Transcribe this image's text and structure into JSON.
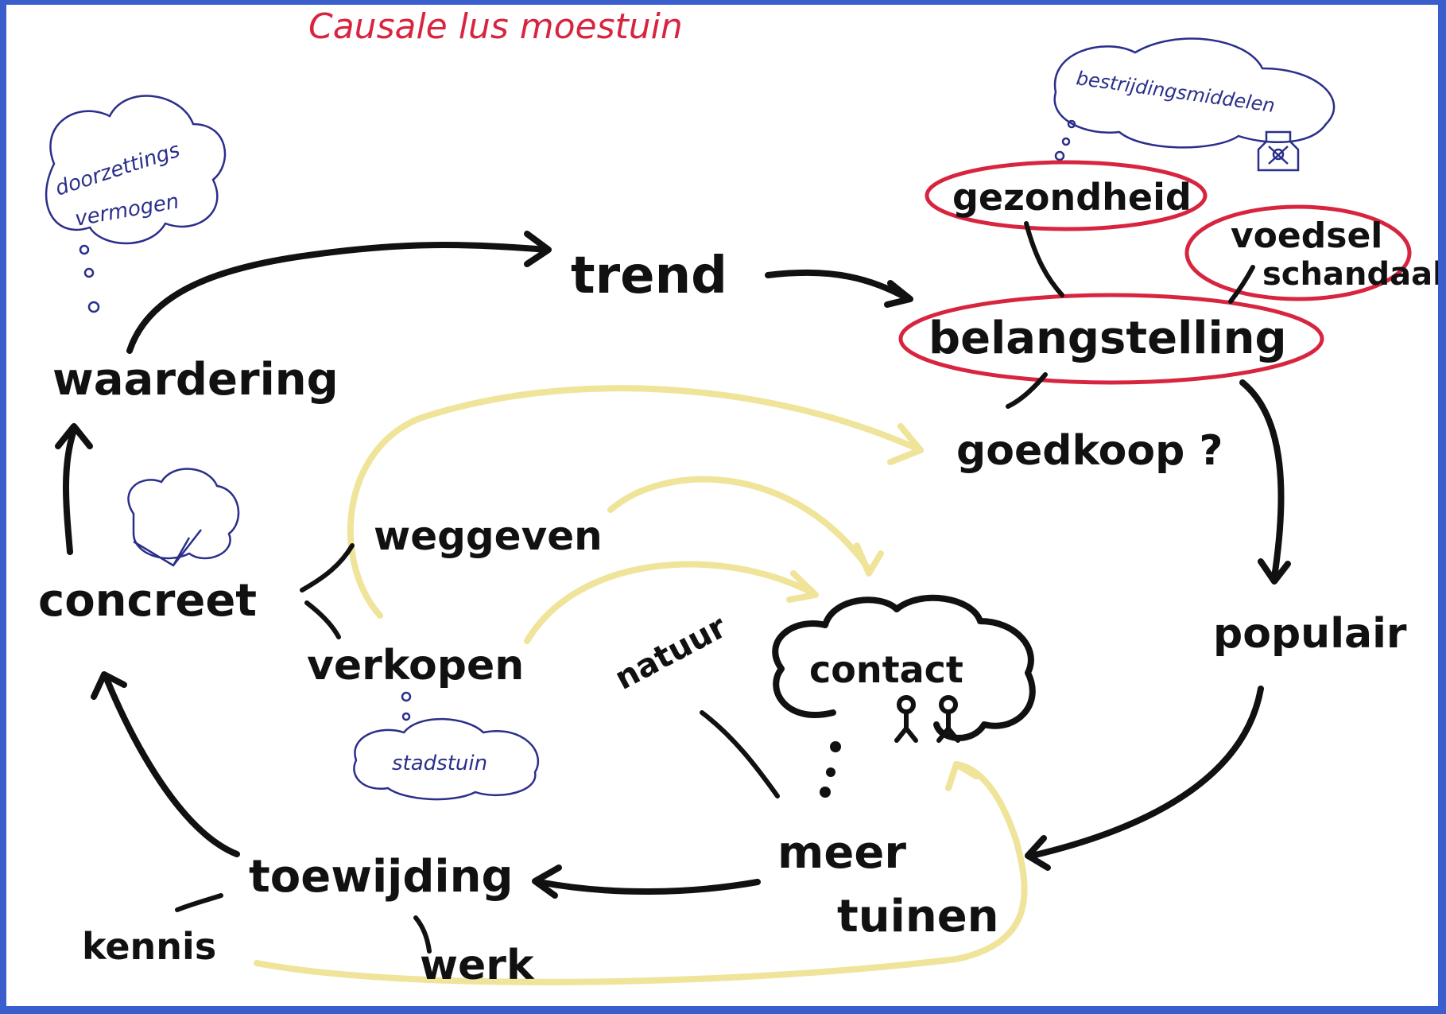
{
  "title": "Causale lus moestuin",
  "nodes": {
    "trend": "trend",
    "belangstelling": "belangstelling",
    "gezondheid": "gezondheid",
    "voedsel_schandaal_line1": "voedsel",
    "voedsel_schandaal_line2": "schandaal",
    "goedkoop": "goedkoop ?",
    "populair": "populair",
    "meer_tuinen_line1": "meer",
    "meer_tuinen_line2": "tuinen",
    "toewijding": "toewijding",
    "kennis": "kennis",
    "werk": "werk",
    "concreet": "concreet",
    "waardering": "waardering",
    "weggeven": "weggeven",
    "verkopen": "verkopen",
    "natuur": "natuur",
    "contact": "contact"
  },
  "thought_clouds": {
    "doorzettingsvermogen_line1": "doorzettings",
    "doorzettingsvermogen_line2": "vermogen",
    "bestrijdingsmiddelen": "bestrijdingsmiddelen",
    "stadstuin": "stadstuin"
  },
  "colors": {
    "ink": "#111111",
    "title_red": "#d8253f",
    "cloud_blue": "#2a2f8a",
    "highlight_yellow": "#efe49a",
    "frame_blue": "#3a5fcd"
  }
}
